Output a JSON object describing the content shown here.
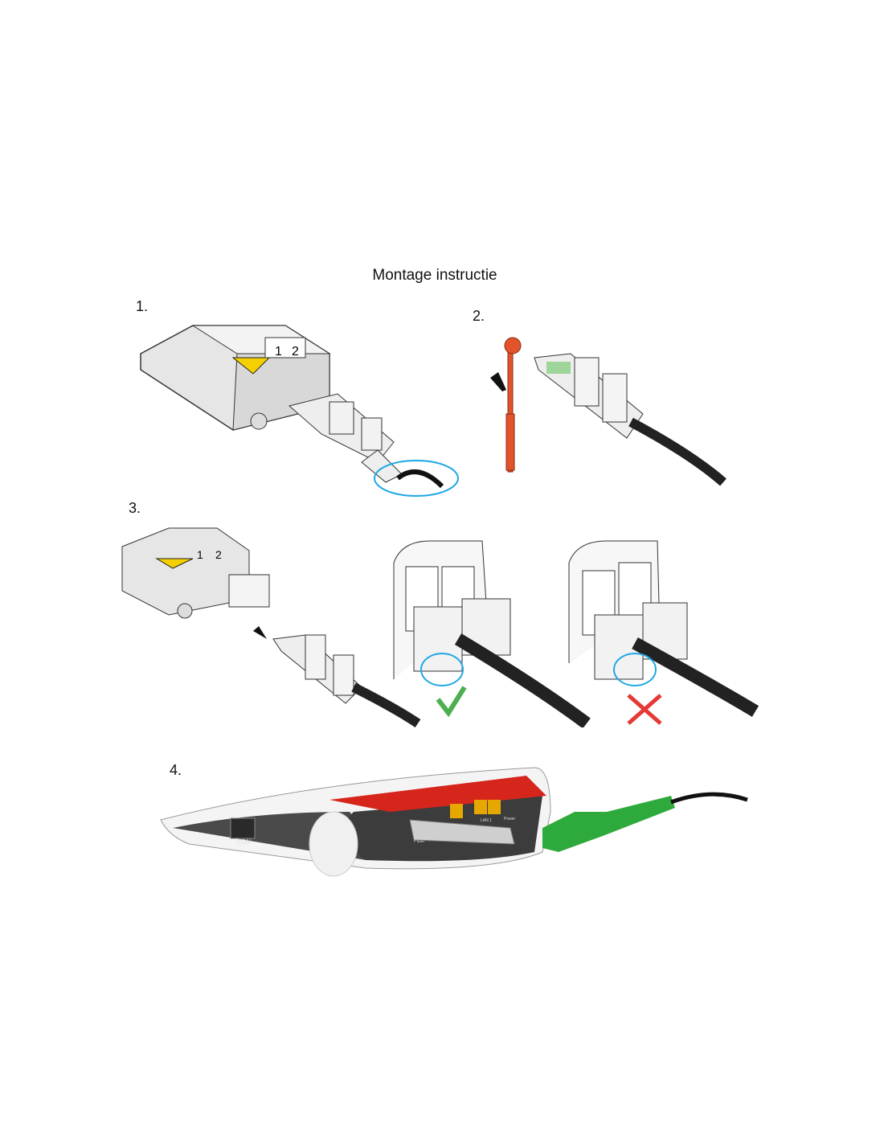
{
  "document": {
    "title": "Montage instructie",
    "steps": [
      {
        "label": "1."
      },
      {
        "label": "2."
      },
      {
        "label": "3."
      },
      {
        "label": "4."
      }
    ],
    "module_port_numbers": [
      "1",
      "2"
    ],
    "router_labels": {
      "fon": "FON",
      "fiber": "Fiber",
      "lan": "LAN 1",
      "power": "Power"
    },
    "colors": {
      "highlight_circle": "#1ea7e6",
      "check": "#4caf50",
      "cross": "#e53935",
      "tool": "#e2542c",
      "connector": "#2eaa3c",
      "router_red": "#d6261c"
    }
  }
}
